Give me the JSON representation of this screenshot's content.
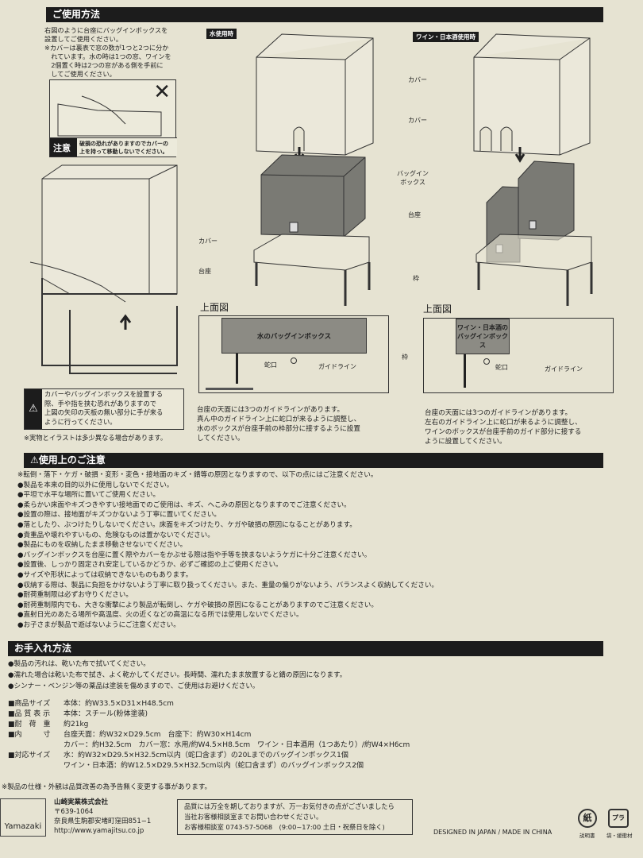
{
  "usage": {
    "title": "ご使用方法",
    "intro": [
      "右図のように台座にバッグインボックスを",
      "設置してご使用ください。",
      "※カバーは裏表で窓の数が1つと2つに分か",
      "　れています。水の時は1つの窓、ワインを",
      "　2個置く時は2つの窓がある側を手前に",
      "　してご使用ください。"
    ],
    "caution_label": "注意",
    "caution_text": [
      "破損の恐れがありますのでカバーの",
      "上を持って移動しないでください。"
    ],
    "mark_x": "✕",
    "left_labels": {
      "cover": "カバー",
      "base": "台座"
    },
    "pinch_warning": [
      "カバーやバッグインボックスを設置する",
      "際、手や指を挟む恐れがありますので",
      "上図の矢印の天板の無い部分に手が来る",
      "ように行ってください。"
    ],
    "illustration_note": "※実物とイラストは多少異なる場合があります。",
    "water_title": "水使用時",
    "wine_title": "ワイン・日本酒使用時",
    "labels": {
      "cover1": "カバー",
      "cover2": "カバー",
      "bag_in_box": "バッグイン\nボックス",
      "base": "台座",
      "frame": "枠"
    },
    "plan_title": "上面図",
    "plan_water_box": "水のバッグインボックス",
    "plan_wine_box": "ワイン・日本酒の\nバッグインボックス",
    "faucet": "蛇口",
    "guideline": "ガイドライン",
    "frame": "枠",
    "water_caption": [
      "台座の天面には3つのガイドラインがあります。",
      "真ん中のガイドライン上に蛇口が来るように調整し、",
      "水のボックスが台座手前の枠部分に接するように設置",
      "してください。"
    ],
    "wine_caption": [
      "台座の天面には3つのガイドラインがあります。",
      "左右のガイドライン上に蛇口が来るように調整し、",
      "ワインのボックスが台座手前のガイド部分に接する",
      "ように設置してください。"
    ]
  },
  "precautions": {
    "title": "⚠使用上のご注意",
    "items": [
      "※転倒・落下・ケガ・破損・変形・変色・接地面のキズ・錆等の原因となりますので、以下の点にはご注意ください。",
      "●製品を本来の目的以外に使用しないでください。",
      "●平坦で水平な場所に置いてご使用ください。",
      "●柔らかい床面やキズつきやすい接地面でのご使用は、キズ、へこみの原因となりますのでご注意ください。",
      "●設置の際は、接地面がキズつかないよう丁寧に置いてください。",
      "●落としたり、ぶつけたりしないでください。床面をキズつけたり、ケガや破損の原因になることがあります。",
      "●貴重品や壊れやすいもの、危険なものは置かないでください。",
      "●製品にものを収納したまま移動させないでください。",
      "●バッグインボックスを台座に置く際やカバーをかぶせる際は指や手等を挟まないようケガに十分ご注意ください。",
      "●設置後、しっかり固定され安定しているかどうか、必ずご確認の上ご使用ください。",
      "●サイズや形状によっては収納できないものもあります。",
      "●収納する際は、製品に負担をかけないよう丁寧に取り扱ってください。また、重量の偏りがないよう、バランスよく収納してください。",
      "●耐荷重制限は必ずお守りください。",
      "●耐荷重制限内でも、大きな衝撃により製品が転倒し、ケガや破損の原因になることがありますのでご注意ください。",
      "●直射日光のあたる場所や高温度、火の近くなどの高温になる所では使用しないでください。",
      "●お子さまが製品で遊ばないようにご注意ください。"
    ]
  },
  "care": {
    "title": "お手入れ方法",
    "items": [
      "●製品の汚れは、乾いた布で拭いてください。",
      "●濡れた場合は乾いた布で拭き、よく乾かしてください。長時間、濡れたまま放置すると錆の原因になります。",
      "●シンナー・ベンジン等の薬品は塗装を傷めますので、ご使用はお避けください。"
    ]
  },
  "specs": [
    {
      "k": "■商品サイズ",
      "v": "本体：約W33.5×D31×H48.5cm"
    },
    {
      "k": "■品 質 表 示",
      "v": "本体：スチール(粉体塗装)"
    },
    {
      "k": "■耐　荷　重",
      "v": "約21kg"
    },
    {
      "k": "■内　　　寸",
      "v": "台座天面：約W32×D29.5cm　台座下：約W30×H14cm"
    },
    {
      "k": "",
      "v": "カバー：約H32.5cm　カバー窓：水用/約W4.5×H8.5cm　ワイン・日本酒用（1つあたり）/約W4×H6cm"
    },
    {
      "k": "■対応サイズ",
      "v": "水：約W32×D29.5×H32.5cm以内（蛇口含まず）の20Lまでのバッグインボックス1個"
    },
    {
      "k": "",
      "v": "ワイン・日本酒：約W12.5×D29.5×H32.5cm以内（蛇口含まず）のバッグインボックス2個"
    }
  ],
  "spec_note": "※製品の仕様・外観は品質改善の為予告無く変更する事があります。",
  "footer": {
    "logo": "Yamazaki",
    "company": "山崎実業株式会社",
    "postal": "〒639-1064",
    "address": "奈良県生駒郡安堵町窪田851−1",
    "url": "http://www.yamajitsu.co.jp",
    "contact": [
      "品質には万全を期しておりますが、万一お気付きの点がございましたら",
      "当社お客様相談室までお問い合わせください。",
      "お客様相談室 0743-57-5068　(9:00~17:00 土日・祝祭日を除く)"
    ],
    "origin": "DESIGNED IN JAPAN / MADE IN CHINA",
    "recycle_paper": "紙",
    "recycle_paper_label": "説明書",
    "recycle_plastic": "プラ",
    "recycle_plastic_label": "袋・緩衝材"
  }
}
